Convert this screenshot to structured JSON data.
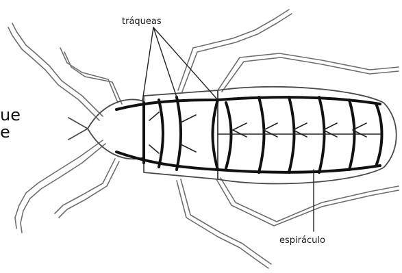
{
  "labels": {
    "tracheas": "tráqueas",
    "spiracle": "espiráculo"
  },
  "side_text": {
    "line1": "ue",
    "line2": "e"
  }
}
